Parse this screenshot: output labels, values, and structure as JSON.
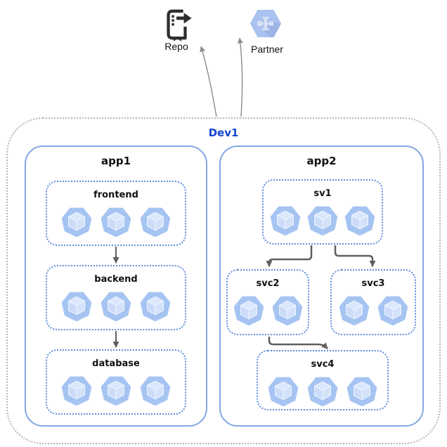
{
  "diagram": {
    "external_nodes": [
      {
        "id": "repo",
        "label": "Repo",
        "icon": "source-repository-icon"
      },
      {
        "id": "partner",
        "label": "Partner",
        "icon": "partner-hexagon-icon"
      }
    ],
    "boundary": {
      "label": "Dev1",
      "label_color": "#1146d3"
    },
    "clusters": [
      {
        "id": "app1",
        "label": "app1",
        "groups": [
          {
            "id": "frontend",
            "label": "frontend",
            "pod_count": 3
          },
          {
            "id": "backend",
            "label": "backend",
            "pod_count": 3
          },
          {
            "id": "database",
            "label": "database",
            "pod_count": 3
          }
        ]
      },
      {
        "id": "app2",
        "label": "app2",
        "groups": [
          {
            "id": "sv1",
            "label": "sv1",
            "pod_count": 3
          },
          {
            "id": "svc2",
            "label": "svc2",
            "pod_count": 2
          },
          {
            "id": "svc3",
            "label": "svc3",
            "pod_count": 2
          },
          {
            "id": "svc4",
            "label": "svc4",
            "pod_count": 3
          }
        ]
      }
    ],
    "edges": [
      {
        "from": "frontend",
        "to": "backend"
      },
      {
        "from": "backend",
        "to": "database"
      },
      {
        "from": "sv1",
        "to": "svc2"
      },
      {
        "from": "sv1",
        "to": "svc3"
      },
      {
        "from": "svc2",
        "to": "svc4"
      },
      {
        "from": "Dev1",
        "to": "Repo"
      },
      {
        "from": "Dev1",
        "to": "Partner"
      }
    ],
    "colors": {
      "boundary_border": "#b5b5b5",
      "cluster_border": "#84a7e4",
      "group_border": "#5e8bdf",
      "pod_heptagon": "#a6c4f2",
      "pod_cube_face": "#d3e2fa",
      "dev1_label": "#1146d3",
      "edge_thick": "#5f5f5f",
      "edge_thin": "#8c8c8c",
      "repo_icon": "#2e2e2e",
      "partner_hexagon": "#a9c2ef"
    }
  }
}
